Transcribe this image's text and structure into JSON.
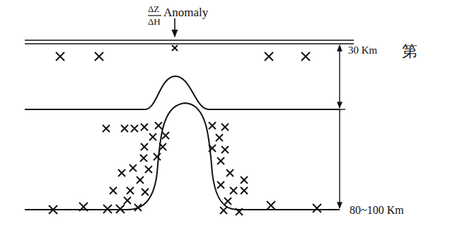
{
  "diagram": {
    "labels": [
      "ΔZ",
      "ΔH",
      "Anomaly",
      "30 Km",
      "80~100 Km",
      "第"
    ]
  }
}
